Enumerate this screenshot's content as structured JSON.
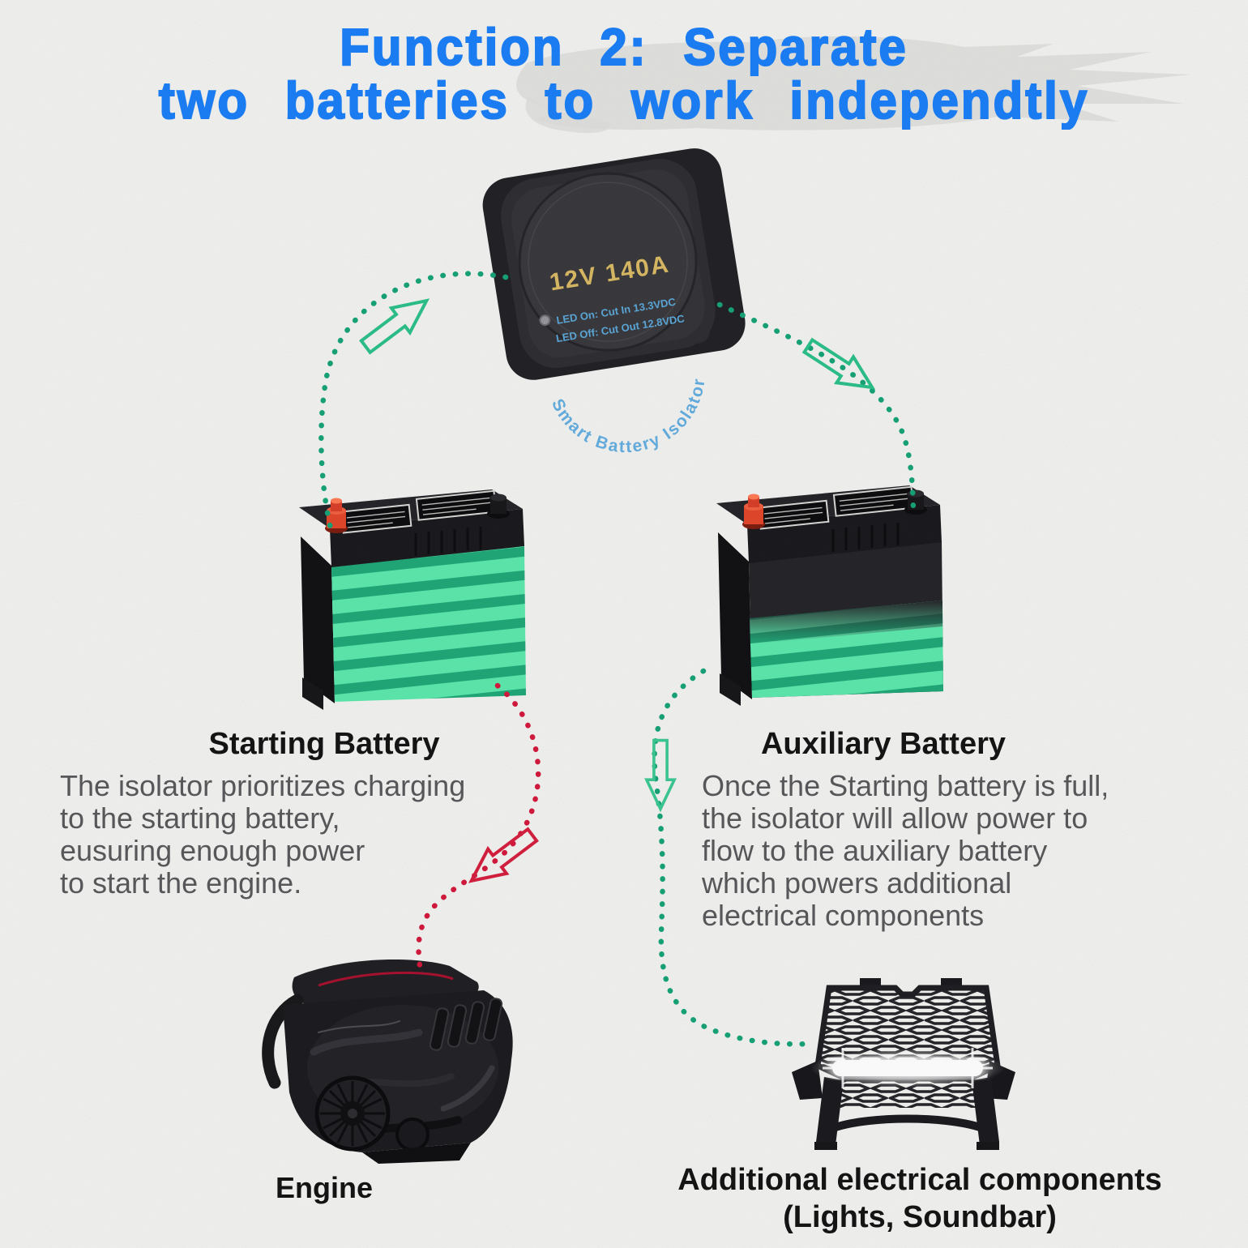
{
  "title": {
    "line1": "Function 2: Separate",
    "line2": "two batteries to work independtly"
  },
  "isolator": {
    "arc_label": "Smart Battery Isolator",
    "rating": "12V  140A",
    "led_on": "LED On: Cut In 13.3VDC",
    "led_off": "LED Off: Cut Out 12.8VDC"
  },
  "starting_battery": {
    "heading": "Starting Battery",
    "lines": [
      "The isolator prioritizes charging",
      "to the starting battery,",
      "eusuring enough power",
      "to start the engine."
    ]
  },
  "auxiliary_battery": {
    "heading": "Auxiliary Battery",
    "lines": [
      "Once the Starting battery is full,",
      "the isolator will allow power to",
      "flow to the auxiliary battery",
      "which powers additional",
      "electrical components"
    ]
  },
  "engine": {
    "label": "Engine"
  },
  "additional_components": {
    "line1": "Additional electrical components",
    "line2": "(Lights, Soundbar)"
  },
  "icons": {
    "flow_arrow_up_right": "arrow-up-right",
    "flow_arrow_down_right": "arrow-down-right",
    "flow_arrow_down": "arrow-down",
    "flow_arrow_down_left": "arrow-down-left"
  },
  "colors": {
    "title_blue": "#1b7cf1",
    "smoke_gray": "#d8d8d6",
    "flow_green": "#17a377",
    "flow_green_arrow": "#2cc08a",
    "flow_red": "#d31a3d",
    "battery_stripe_light": "#5ce8ad",
    "battery_stripe_dark": "#21a878",
    "isolator_text_blue": "#63aee0",
    "isolator_text_gold": "#d9b964",
    "body_text_gray": "#57575a",
    "heading_black": "#141414"
  }
}
